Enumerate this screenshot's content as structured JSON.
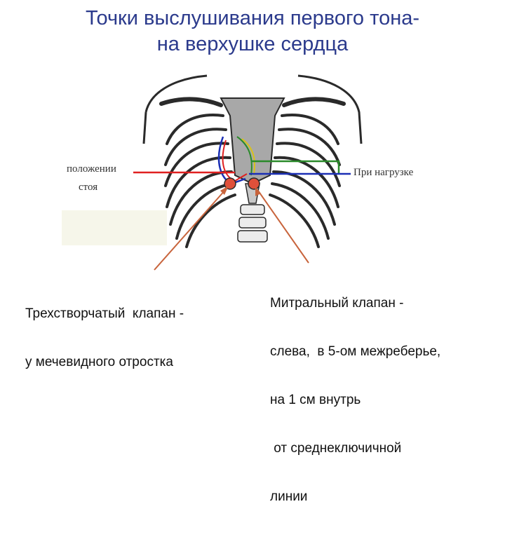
{
  "slide": {
    "title_line1": "Точки выслушивания первого тона-",
    "title_line2": "на верхушке сердца"
  },
  "diagram": {
    "label_left_line1": "положении",
    "label_left_line2": "стоя",
    "label_right": "При нагрузке",
    "colors": {
      "red_line": "#e02020",
      "green_line": "#2a8a2a",
      "blue_line": "#1b2fb5",
      "yellow_line": "#d8c21a",
      "point_fill": "#e0503a",
      "arrow": "#c8643c",
      "bone": "#2a2a2a"
    }
  },
  "captions": {
    "tricuspid": [
      "Трехстворчатый  клапан -",
      "у мечевидного отростка"
    ],
    "mitral": [
      "Митральный клапан -",
      "слева,  в 5-ом межреберье,",
      "на 1 см внутрь",
      " от среднеключичной",
      "линии"
    ]
  }
}
